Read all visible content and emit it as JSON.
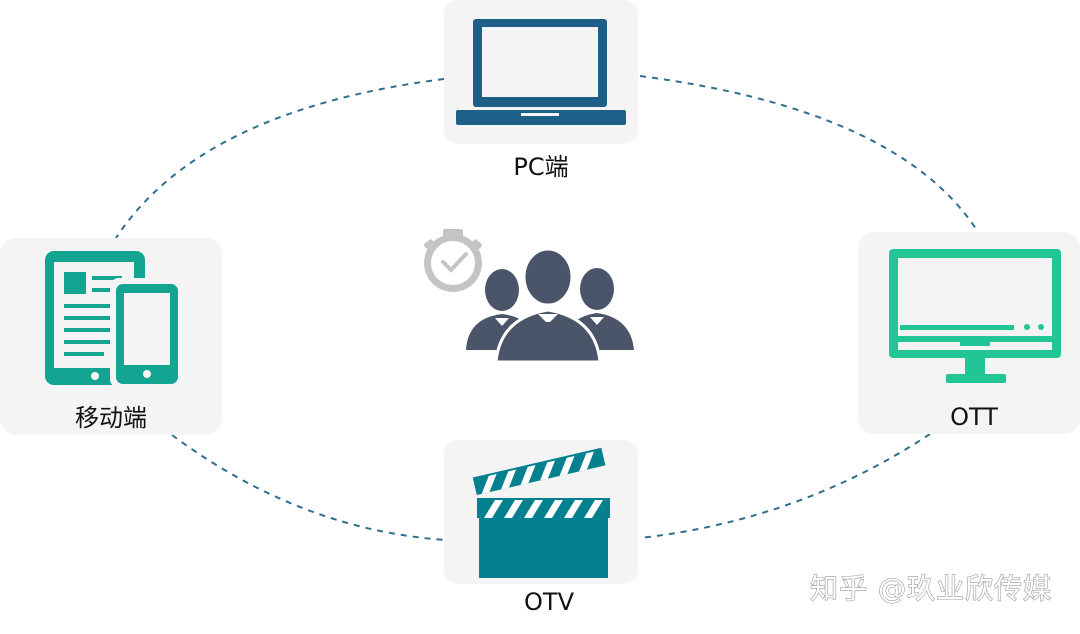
{
  "nodes": {
    "pc": {
      "label": "PC端",
      "icon": "laptop-icon"
    },
    "mobile": {
      "label": "移动端",
      "icon": "tablet-phone-icon"
    },
    "ott": {
      "label": "OTT",
      "icon": "tv-monitor-icon"
    },
    "otv": {
      "label": "OTV",
      "icon": "clapperboard-icon"
    }
  },
  "center": {
    "icon": "audience-group-icon",
    "badge_icon": "stopwatch-icon"
  },
  "watermark": "知乎 @玖业欣传媒",
  "colors": {
    "pc_blue": "#1d5f86",
    "mobile_teal": "#14a592",
    "ott_green": "#21c596",
    "otv_teal": "#05808f",
    "people_slate": "#4a5569",
    "stopwatch_gray": "#c4c4c4",
    "ring_dash": "#2e6f8f",
    "card_bg": "#f4f4f4"
  }
}
